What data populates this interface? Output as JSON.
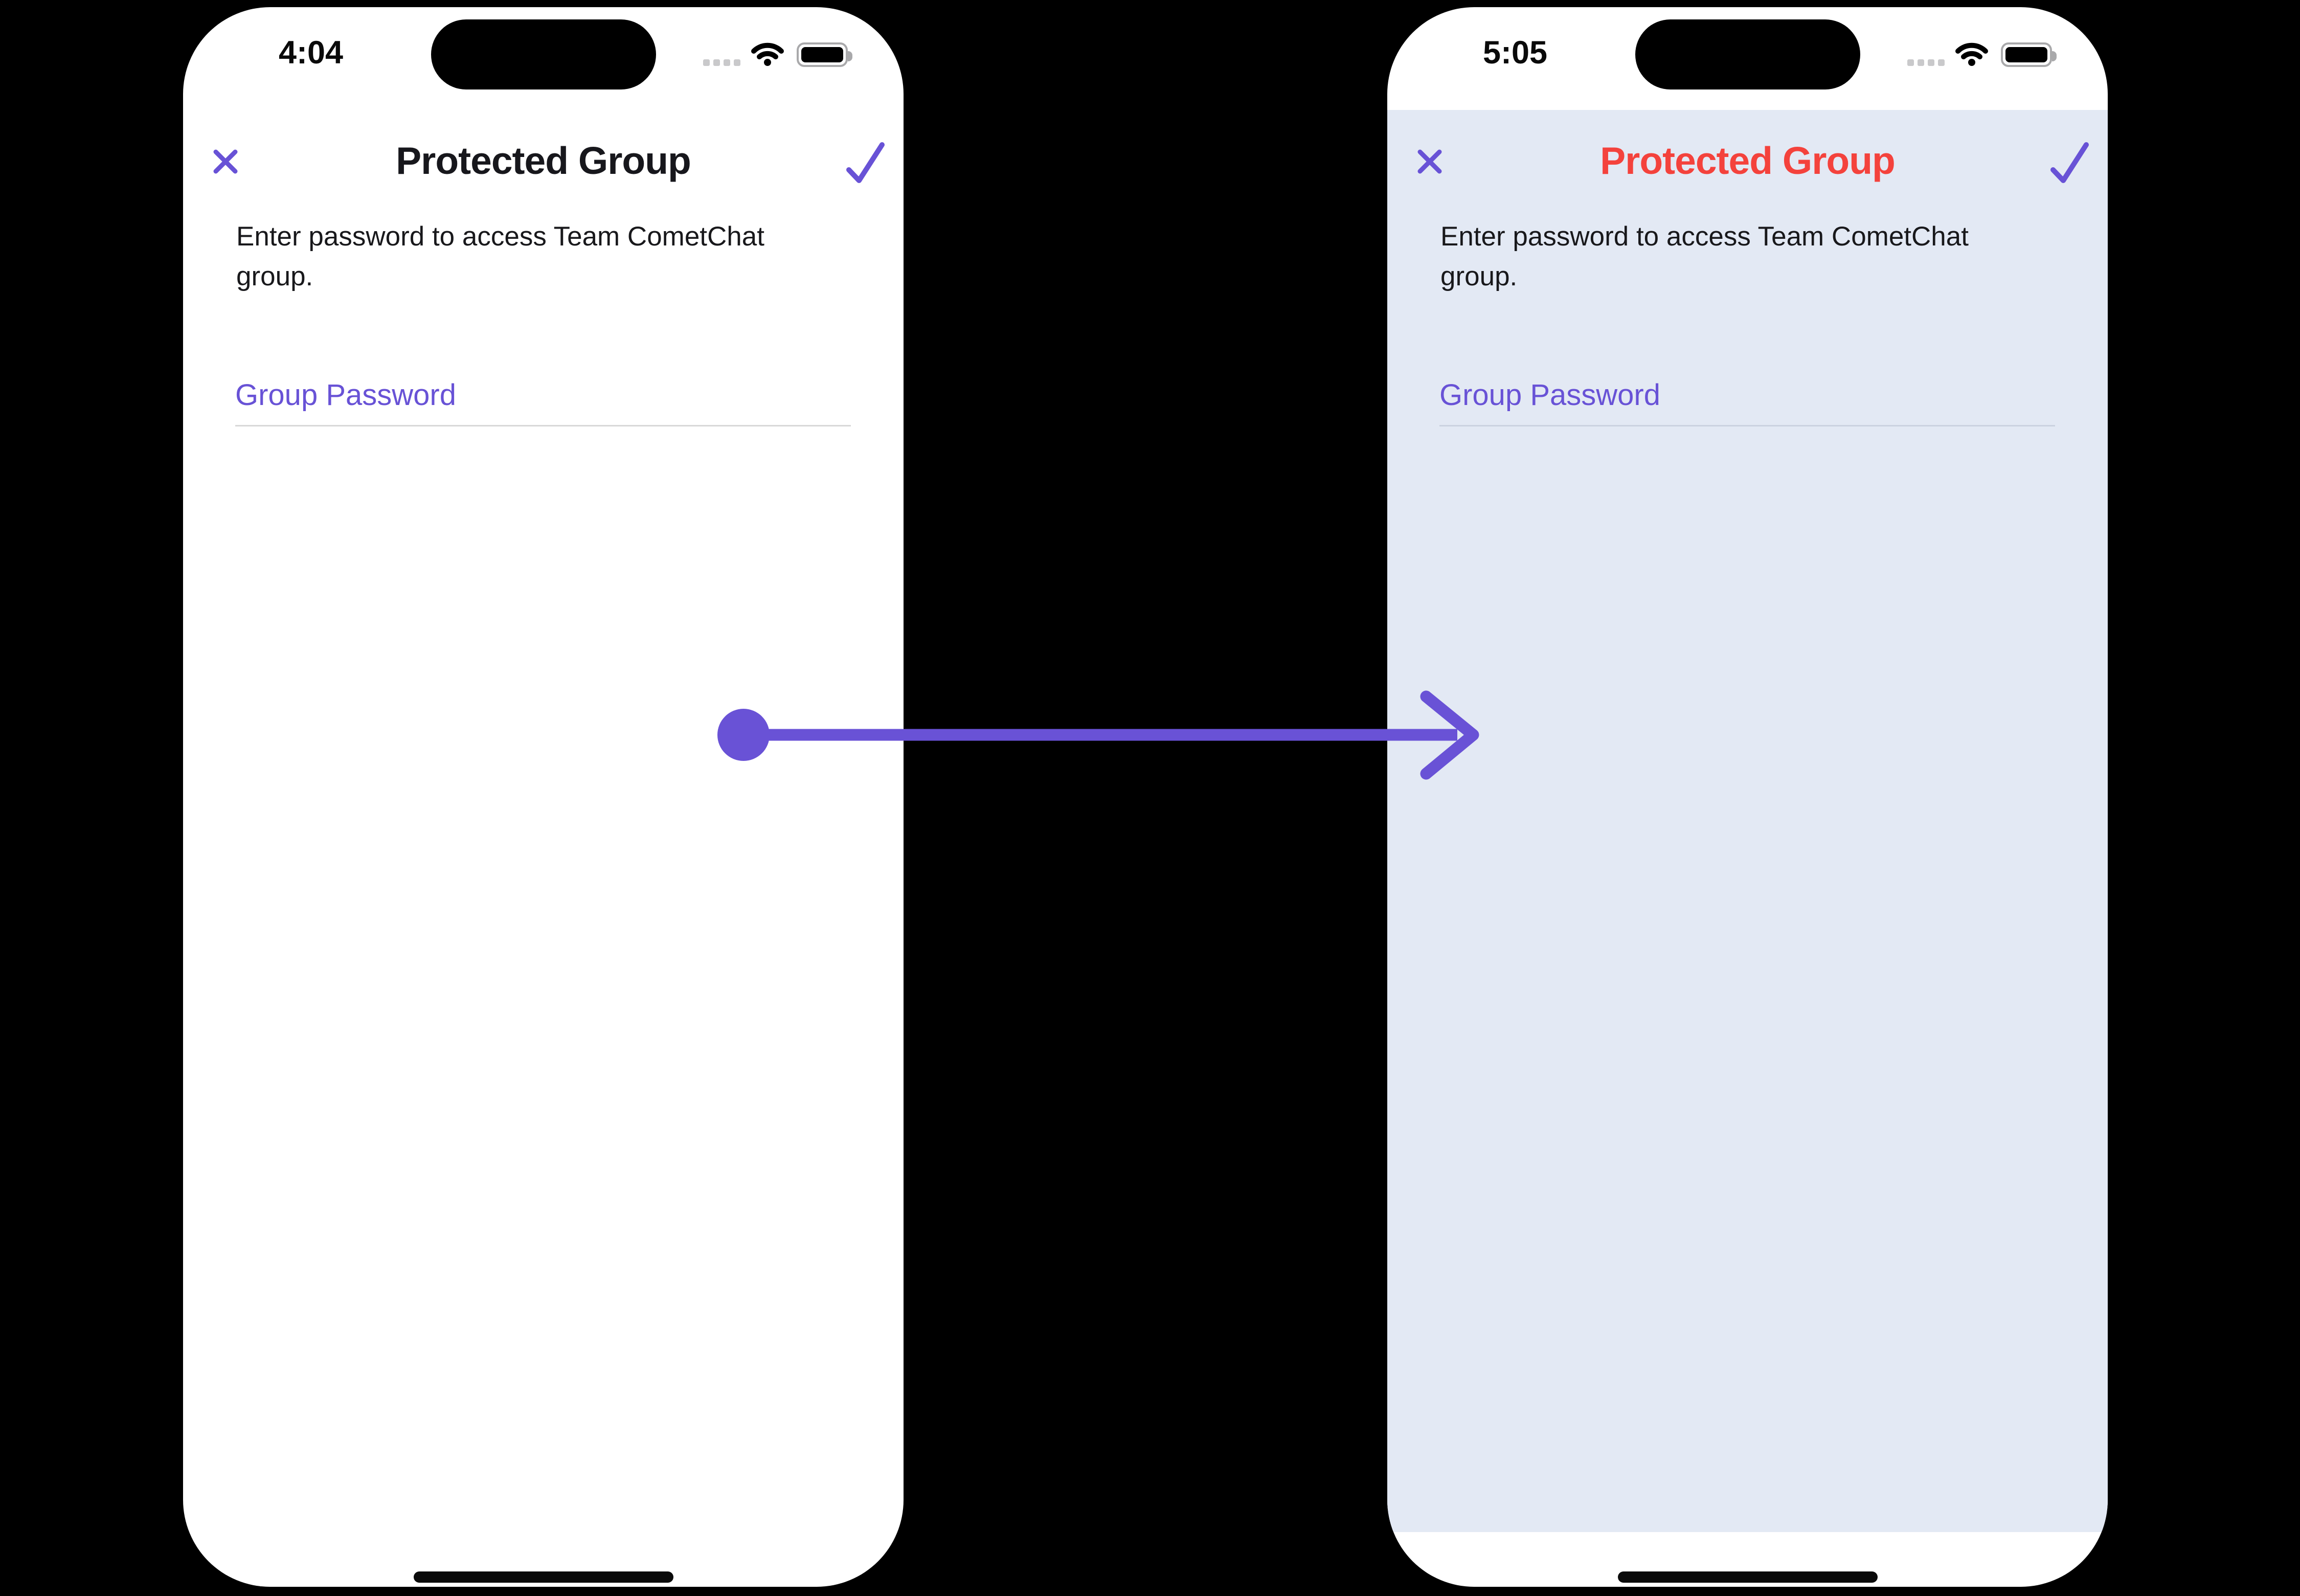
{
  "colors": {
    "primary_purple": "#6852D6",
    "arrow_purple": "#6952D6",
    "left_title": "#17171C",
    "right_title": "#F4423C",
    "right_content_bg": "#E3E9F4",
    "description_text": "#18181B",
    "password_label_purple": "#6852D6",
    "left_underline": "#D8D8D8",
    "right_underline": "#CBD2E0"
  },
  "phones": {
    "left": {
      "status": {
        "time": "4:04",
        "icons": [
          "cellular-dots-icon",
          "wifi-icon",
          "battery-icon"
        ]
      },
      "header": {
        "title": "Protected Group"
      },
      "body": {
        "description": "Enter password to access Team CometChat group.",
        "password_field": {
          "placeholder": "Group Password",
          "value": ""
        }
      }
    },
    "right": {
      "status": {
        "time": "5:05",
        "icons": [
          "cellular-dots-icon",
          "wifi-icon",
          "battery-icon"
        ]
      },
      "header": {
        "title": "Protected Group"
      },
      "body": {
        "description": "Enter password to access Team CometChat group.",
        "password_field": {
          "placeholder": "Group Password",
          "value": ""
        }
      }
    }
  }
}
